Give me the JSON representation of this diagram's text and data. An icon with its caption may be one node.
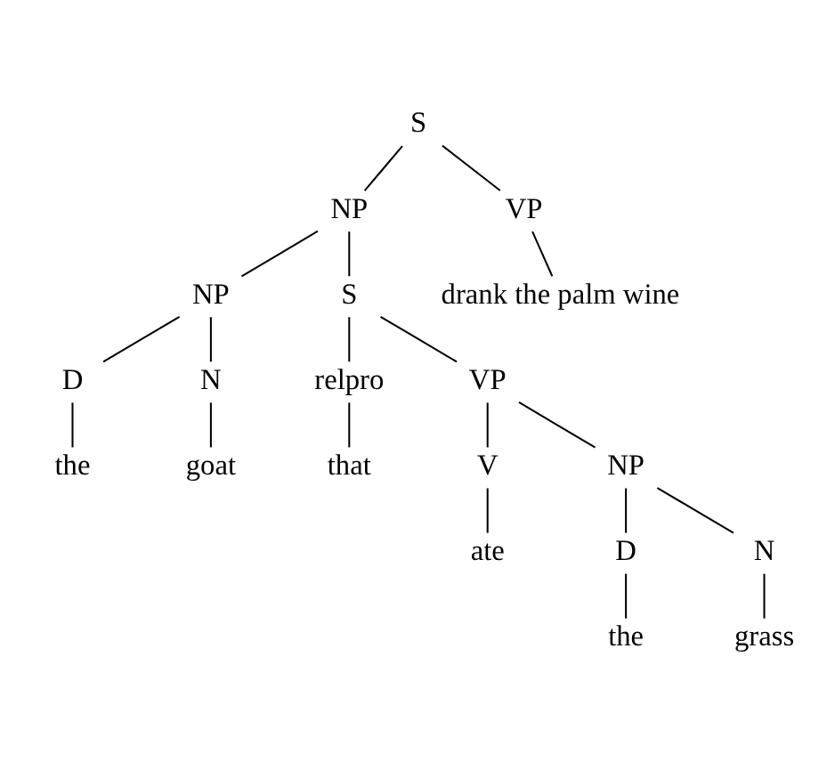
{
  "diagram": {
    "nodes": [
      {
        "text": [
          "S"
        ]
      },
      {
        "text": [
          "NP"
        ]
      },
      {
        "text": [
          "VP"
        ]
      },
      {
        "text": [
          "NP"
        ]
      },
      {
        "text": [
          "S"
        ]
      },
      {
        "text": [
          "drank the palm wine"
        ]
      },
      {
        "text": [
          "D"
        ]
      },
      {
        "text": [
          "N"
        ]
      },
      {
        "text": [
          "relpro"
        ]
      },
      {
        "text": [
          "VP"
        ]
      },
      {
        "text": [
          "the"
        ]
      },
      {
        "text": [
          "goat"
        ]
      },
      {
        "text": [
          "that"
        ]
      },
      {
        "text": [
          "V"
        ]
      },
      {
        "text": [
          "NP"
        ]
      },
      {
        "text": [
          "ate"
        ]
      },
      {
        "text": [
          "D"
        ]
      },
      {
        "text": [
          "N"
        ]
      },
      {
        "text": [
          "the"
        ]
      },
      {
        "text": [
          "grass"
        ]
      }
    ],
    "edges": [
      {
        "from": 0,
        "to": 1,
        "arrow": "none"
      },
      {
        "from": 0,
        "to": 2,
        "arrow": "none"
      },
      {
        "from": 1,
        "to": 3,
        "arrow": "none"
      },
      {
        "from": 1,
        "to": 4,
        "arrow": "none"
      },
      {
        "from": 2,
        "to": 5,
        "arrow": "none"
      },
      {
        "from": 3,
        "to": 6,
        "arrow": "none"
      },
      {
        "from": 3,
        "to": 7,
        "arrow": "none"
      },
      {
        "from": 4,
        "to": 8,
        "arrow": "none"
      },
      {
        "from": 4,
        "to": 9,
        "arrow": "none"
      },
      {
        "from": 6,
        "to": 10,
        "arrow": "none"
      },
      {
        "from": 7,
        "to": 11,
        "arrow": "none"
      },
      {
        "from": 8,
        "to": 12,
        "arrow": "none"
      },
      {
        "from": 9,
        "to": 13,
        "arrow": "none"
      },
      {
        "from": 9,
        "to": 14,
        "arrow": "none"
      },
      {
        "from": 13,
        "to": 15,
        "arrow": "none"
      },
      {
        "from": 14,
        "to": 16,
        "arrow": "none"
      },
      {
        "from": 14,
        "to": 17,
        "arrow": "none"
      },
      {
        "from": 16,
        "to": 18,
        "arrow": "none"
      },
      {
        "from": 17,
        "to": 19,
        "arrow": "none"
      }
    ]
  }
}
